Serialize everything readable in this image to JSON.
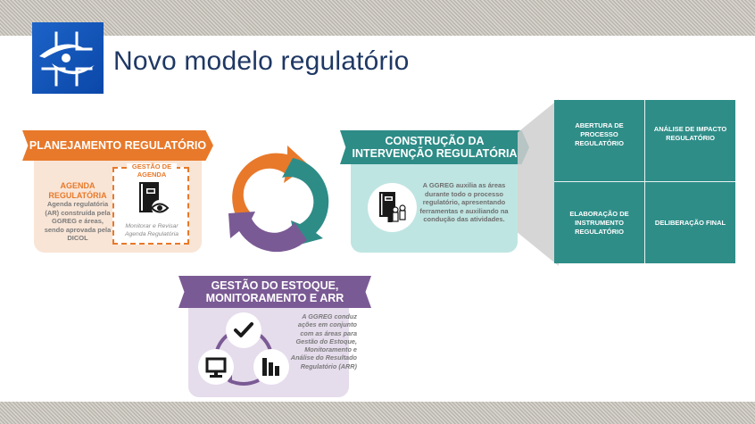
{
  "header": {
    "title": "Novo modelo regulatório",
    "logo_icon": "anvisa-logo-icon"
  },
  "colors": {
    "title": "#1f3864",
    "orange": "#e8792a",
    "teal": "#2e8c87",
    "purple": "#7a5a94",
    "logo_blue": "#0b47a8"
  },
  "planejamento": {
    "banner": "PLANEJAMENTO REGULATÓRIO",
    "agenda_title_line1": "AGENDA",
    "agenda_title_line2": "REGULATÓRIA",
    "agenda_desc": "Agenda regulatória (AR) construída pela GGREG e áreas, sendo aprovada pela DICOL",
    "gestao_label": "GESTÃO DE AGENDA",
    "gestao_icon": "book-eye-icon",
    "gestao_caption": "Monitorar e Revisar Agenda Regulatória"
  },
  "cycle": {
    "icon": "cycle-arrows-icon",
    "segments": [
      "orange",
      "teal",
      "purple"
    ]
  },
  "construcao": {
    "banner_line1": "CONSTRUÇÃO DA",
    "banner_line2": "INTERVENÇÃO REGULATÓRIA",
    "icon": "book-people-icon",
    "desc": "A GGREG auxilia as áreas durante todo o processo regulatório, apresentando ferramentas e auxiliando na condução das atividades."
  },
  "steps": [
    {
      "label": "ABERTURA DE PROCESSO REGULATÓRIO"
    },
    {
      "label": "ANÁLISE DE IMPACTO REGULATÓRIO"
    },
    {
      "label": "ELABORAÇÃO DE INSTRUMENTO REGULATÓRIO"
    },
    {
      "label": "DELIBERAÇÃO FINAL"
    }
  ],
  "estoque": {
    "banner_line1": "GESTÃO DO ESTOQUE,",
    "banner_line2": "MONITORAMENTO E ARR",
    "icons": [
      "checkmark-icon",
      "bar-chart-icon",
      "monitor-icon"
    ],
    "desc": "A GGREG conduz ações em conjunto com as áreas para Gestão do Estoque, Monitoramento e Análise do Resultado Regulatório (ARR)"
  }
}
